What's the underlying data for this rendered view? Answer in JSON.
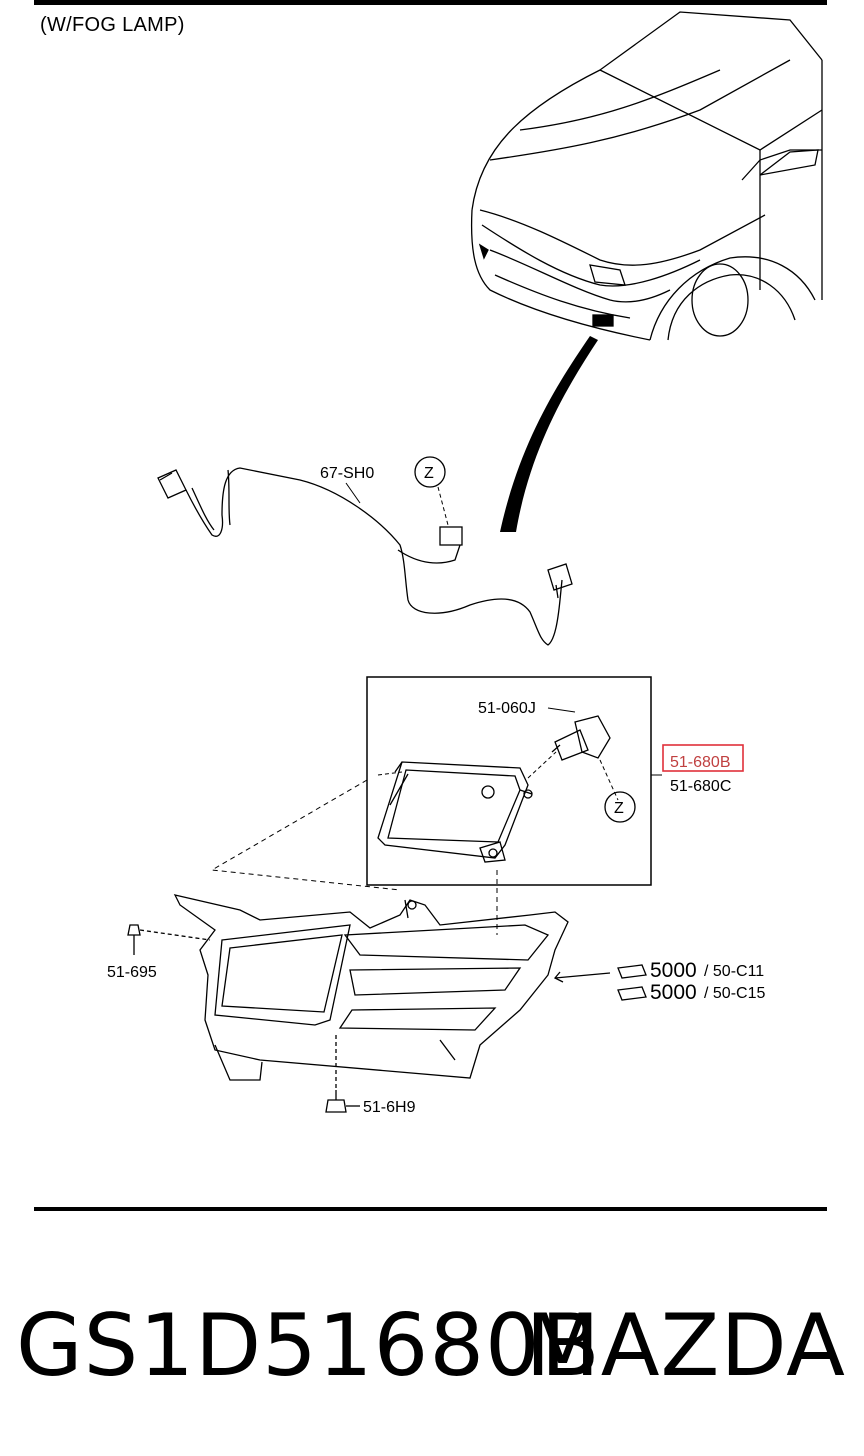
{
  "heading": "(W/FOG LAMP)",
  "callouts": {
    "harness": "67-SH0",
    "bulb": "51-060J",
    "fog_lamp_highlighted": "51-680B",
    "fog_lamp_alt": "51-680C",
    "bolt_left": "51-695",
    "bolt_bottom": "51-6H9",
    "ref_1_num": "5000",
    "ref_1_code": "/ 50-C11",
    "ref_2_num": "5000",
    "ref_2_code": "/ 50-C15",
    "detail_marker": "Z"
  },
  "part_number": "GS1D51680B",
  "brand": "MAZDA",
  "colors": {
    "highlight": "#e0303a",
    "ink": "#000000"
  }
}
